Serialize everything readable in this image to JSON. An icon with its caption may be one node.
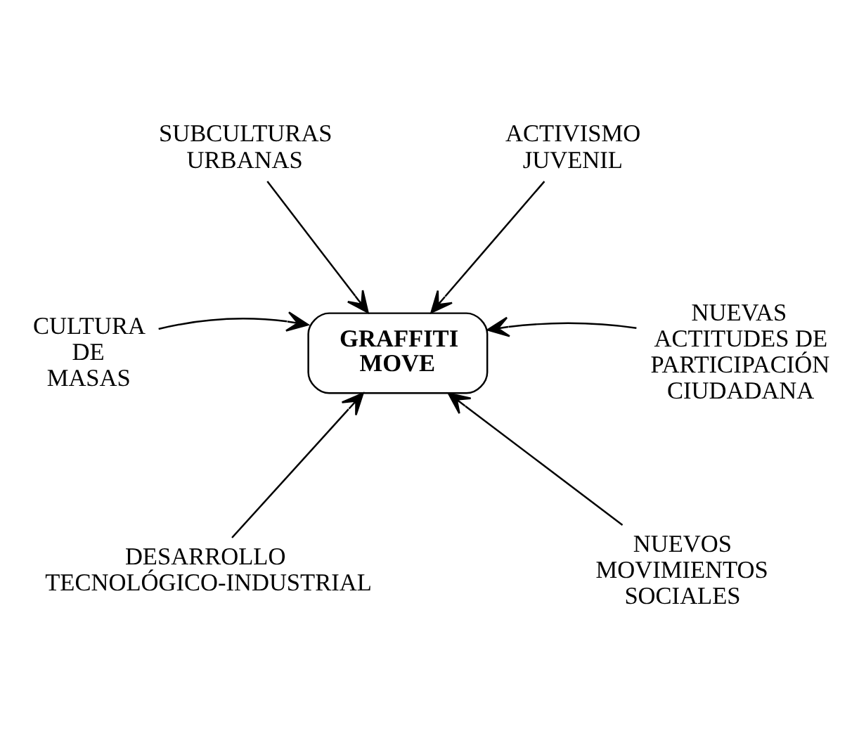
{
  "diagram": {
    "nodes": [
      {
        "text": [
          "SUBCULTURAS URBANAS"
        ]
      },
      {
        "text": [
          "ACTIVISMO JUVENIL"
        ]
      },
      {
        "text": [
          "CULTURA DE MASAS"
        ]
      },
      {
        "text": [
          "GRAFFITI MOVE"
        ]
      },
      {
        "text": [
          "NUEVAS ACTITUDES DE PARTICIPACIÓN CIUDADANA"
        ]
      },
      {
        "text": [
          "DESARROLLO TECNOLÓGICO-INDUSTRIAL"
        ]
      },
      {
        "text": [
          "NUEVOS MOVIMIENTOS SOCIALES"
        ]
      }
    ],
    "edges": [
      {
        "from": 0,
        "to": 3,
        "arrow": "to"
      },
      {
        "from": 1,
        "to": 3,
        "arrow": "to"
      },
      {
        "from": 2,
        "to": 3,
        "arrow": "to"
      },
      {
        "from": 4,
        "to": 3,
        "arrow": "to"
      },
      {
        "from": 5,
        "to": 3,
        "arrow": "to"
      },
      {
        "from": 6,
        "to": 3,
        "arrow": "to"
      }
    ]
  }
}
